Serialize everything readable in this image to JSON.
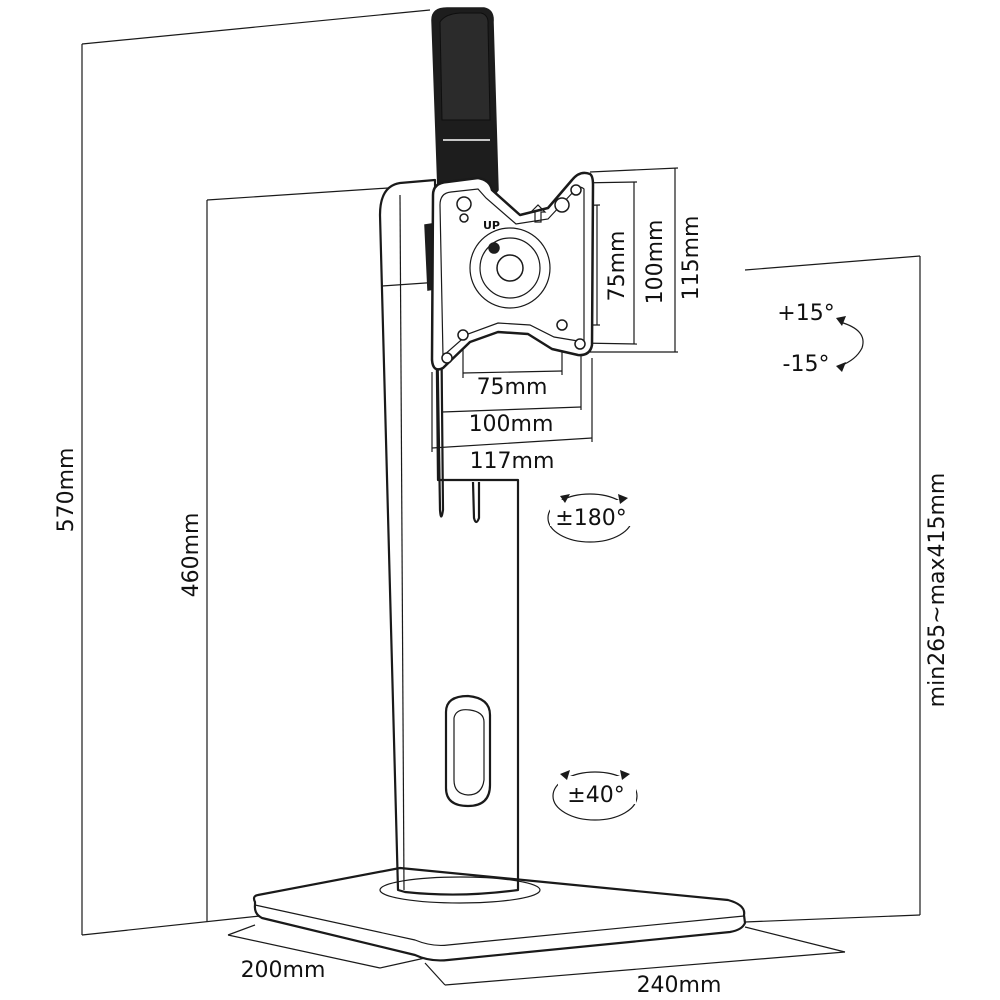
{
  "dimensions": {
    "overall_height": "570mm",
    "pole_height": "460mm",
    "adjust_range": "min265~max415mm",
    "vesa_horizontal_75": "75mm",
    "vesa_horizontal_100": "100mm",
    "plate_width": "117mm",
    "vesa_vertical_75": "75mm",
    "vesa_vertical_100": "100mm",
    "plate_height": "115mm",
    "base_depth": "200mm",
    "base_width": "240mm"
  },
  "rotations": {
    "tilt_up": "+15°",
    "tilt_down": "-15°",
    "rotate": "±180°",
    "swivel": "±40°"
  },
  "plate": {
    "up_label": "UP"
  }
}
